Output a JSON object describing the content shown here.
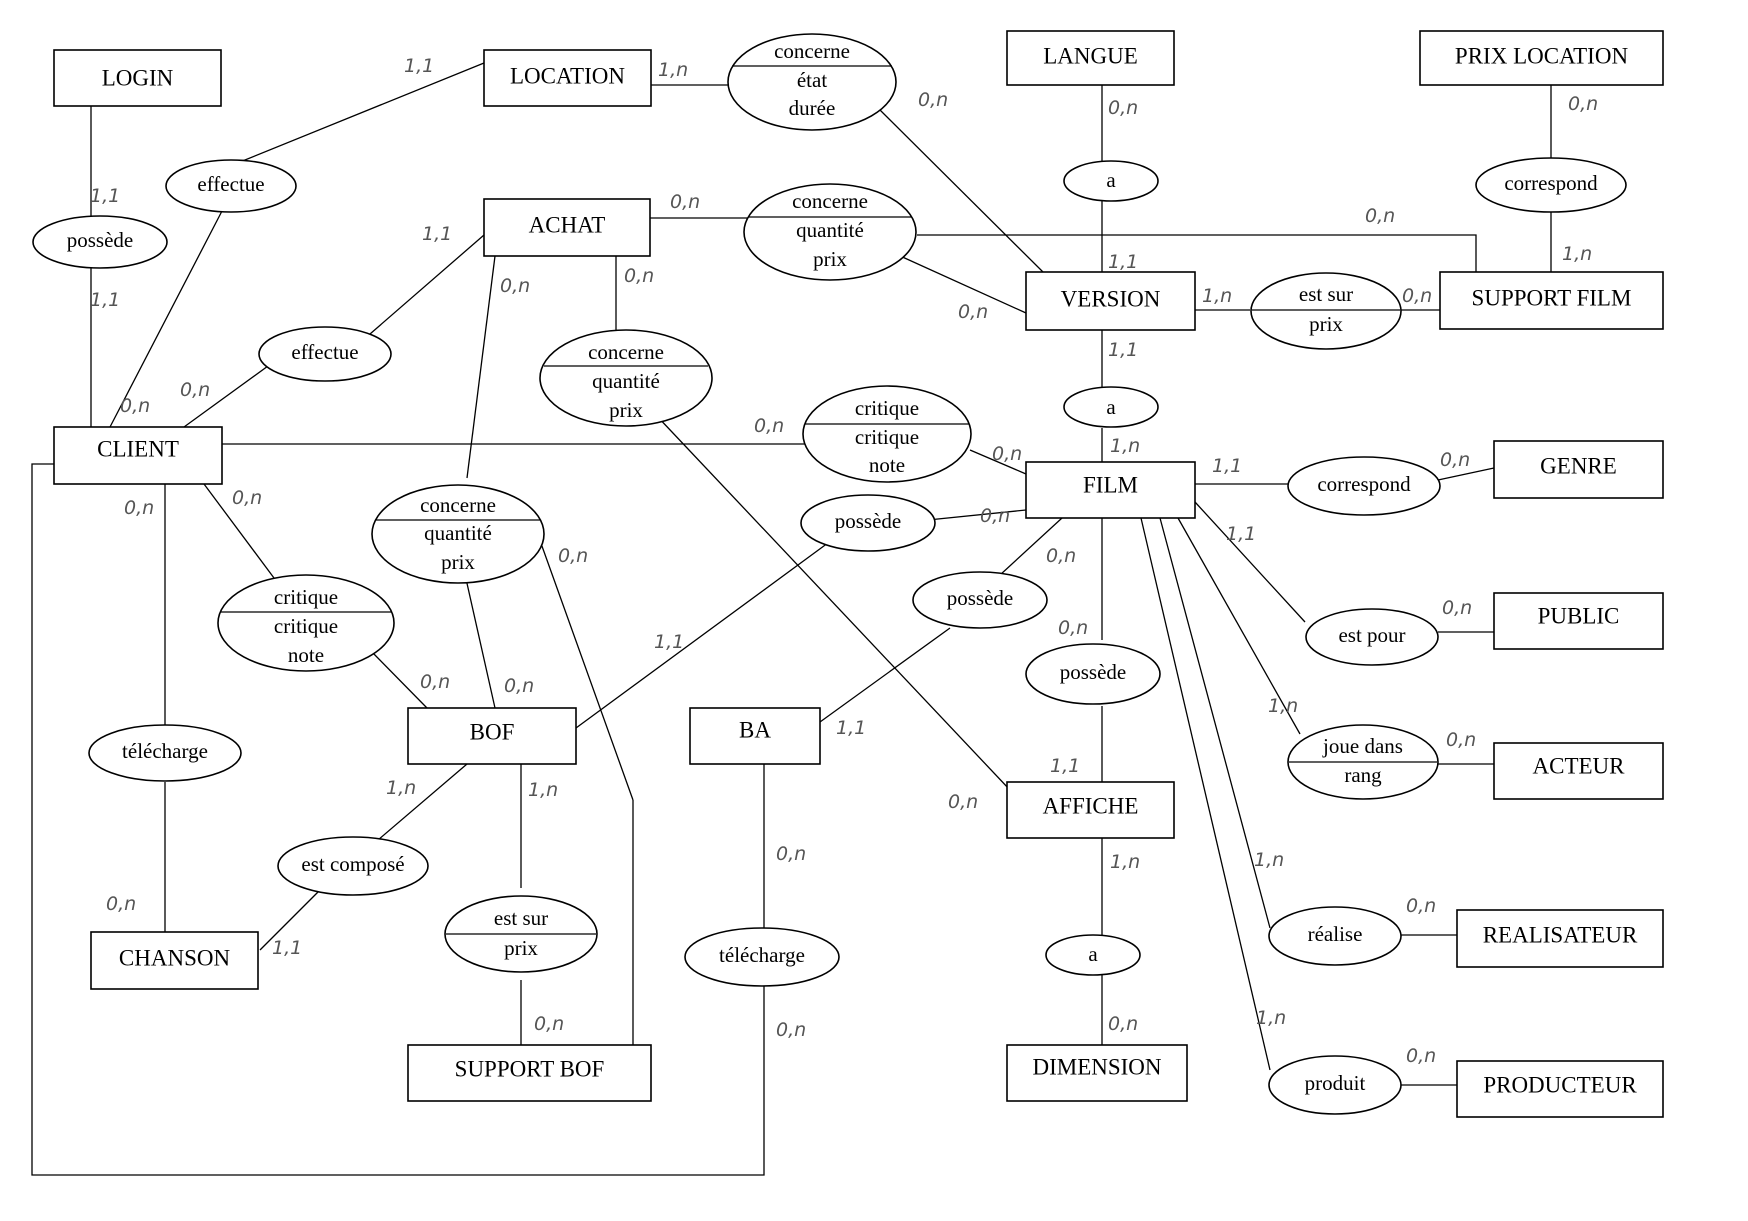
{
  "entities": {
    "login": "LOGIN",
    "location": "LOCATION",
    "langue": "LANGUE",
    "prix_location": "PRIX LOCATION",
    "achat": "ACHAT",
    "version": "VERSION",
    "support_film": "SUPPORT FILM",
    "client": "CLIENT",
    "film": "FILM",
    "genre": "GENRE",
    "public": "PUBLIC",
    "acteur": "ACTEUR",
    "realisateur": "REALISATEUR",
    "producteur": "PRODUCTEUR",
    "bof": "BOF",
    "ba": "BA",
    "affiche": "AFFICHE",
    "chanson": "CHANSON",
    "support_bof": "SUPPORT BOF",
    "dimension": "DIMENSION"
  },
  "relations": {
    "possede_login": [
      "possède"
    ],
    "effectue_location": [
      "effectue"
    ],
    "concerne_location": [
      "concerne",
      "état",
      "durée"
    ],
    "a_langue": [
      "a"
    ],
    "correspond_prix": [
      "correspond"
    ],
    "effectue_achat": [
      "effectue"
    ],
    "concerne_achat_version": [
      "concerne",
      "quantité",
      "prix"
    ],
    "concerne_achat_affiche": [
      "concerne",
      "quantité",
      "prix"
    ],
    "est_sur_version": [
      "est sur",
      "prix"
    ],
    "a_version_film": [
      "a"
    ],
    "critique_film": [
      "critique",
      "critique",
      "note"
    ],
    "correspond_genre": [
      "correspond"
    ],
    "possede_bof": [
      "possède"
    ],
    "concerne_achat_bof": [
      "concerne",
      "quantité",
      "prix"
    ],
    "critique_bof": [
      "critique",
      "critique",
      "note"
    ],
    "possede_ba": [
      "possède"
    ],
    "possede_affiche": [
      "possède"
    ],
    "est_pour": [
      "est pour"
    ],
    "joue_dans": [
      "joue dans",
      "rang"
    ],
    "telecharge_chanson": [
      "télécharge"
    ],
    "est_compose": [
      "est composé"
    ],
    "est_sur_bof": [
      "est sur",
      "prix"
    ],
    "telecharge_ba": [
      "télécharge"
    ],
    "a_dimension": [
      "a"
    ],
    "realise": [
      "réalise"
    ],
    "produit": [
      "produit"
    ]
  },
  "cardinalities": {
    "login_possede": "1,1",
    "client_possede": "1,1",
    "location_effectue": "1,1",
    "location_concerne": "1,n",
    "version_concerne_location": "0,n",
    "achat_concerne": "0,n",
    "supportfilm_concerne": "0,n",
    "version_concerne_achat": "0,n",
    "achat_effectue": "1,1",
    "client_effectue_location": "0,n",
    "client_effectue_achat": "0,n",
    "langue_a": "0,n",
    "version_a_langue": "1,1",
    "prixloc_correspond": "0,n",
    "supportfilm_correspond": "1,n",
    "version_estsur": "1,n",
    "supportfilm_estsur": "0,n",
    "version_a_film": "1,1",
    "film_a_version": "1,n",
    "achat_concerne_affiche": "0,n",
    "achat_concerne_bof": "0,n",
    "client_critique_film": "0,n",
    "film_critique": "0,n",
    "film_genre": "1,1",
    "genre_correspond": "0,n",
    "film_public": "1,1",
    "public_estpour": "0,n",
    "film_possede_bof": "0,n",
    "bof_possede": "1,1",
    "film_possede_ba": "0,n",
    "ba_possede": "1,1",
    "film_possede_affiche": "0,n",
    "affiche_possede": "1,1",
    "client_critique_bof": "0,n",
    "bof_critique": "0,n",
    "bof_concerne": "0,n",
    "supportbof_concerne": "0,n",
    "client_telecharge": "0,n",
    "chanson_telecharge": "0,n",
    "bof_compose": "1,n",
    "chanson_compose": "1,1",
    "bof_estsur": "1,n",
    "supportbof_estsur": "0,n",
    "ba_telecharge": "0,n",
    "client_telecharge_ba": "0,n",
    "affiche_concerne": "0,n",
    "affiche_dimension": "1,n",
    "dimension_a": "0,n",
    "film_acteur": "1,n",
    "acteur_joue": "0,n",
    "film_realise": "1,n",
    "realisateur_realise": "0,n",
    "film_produit": "1,n",
    "producteur_produit": "0,n"
  }
}
